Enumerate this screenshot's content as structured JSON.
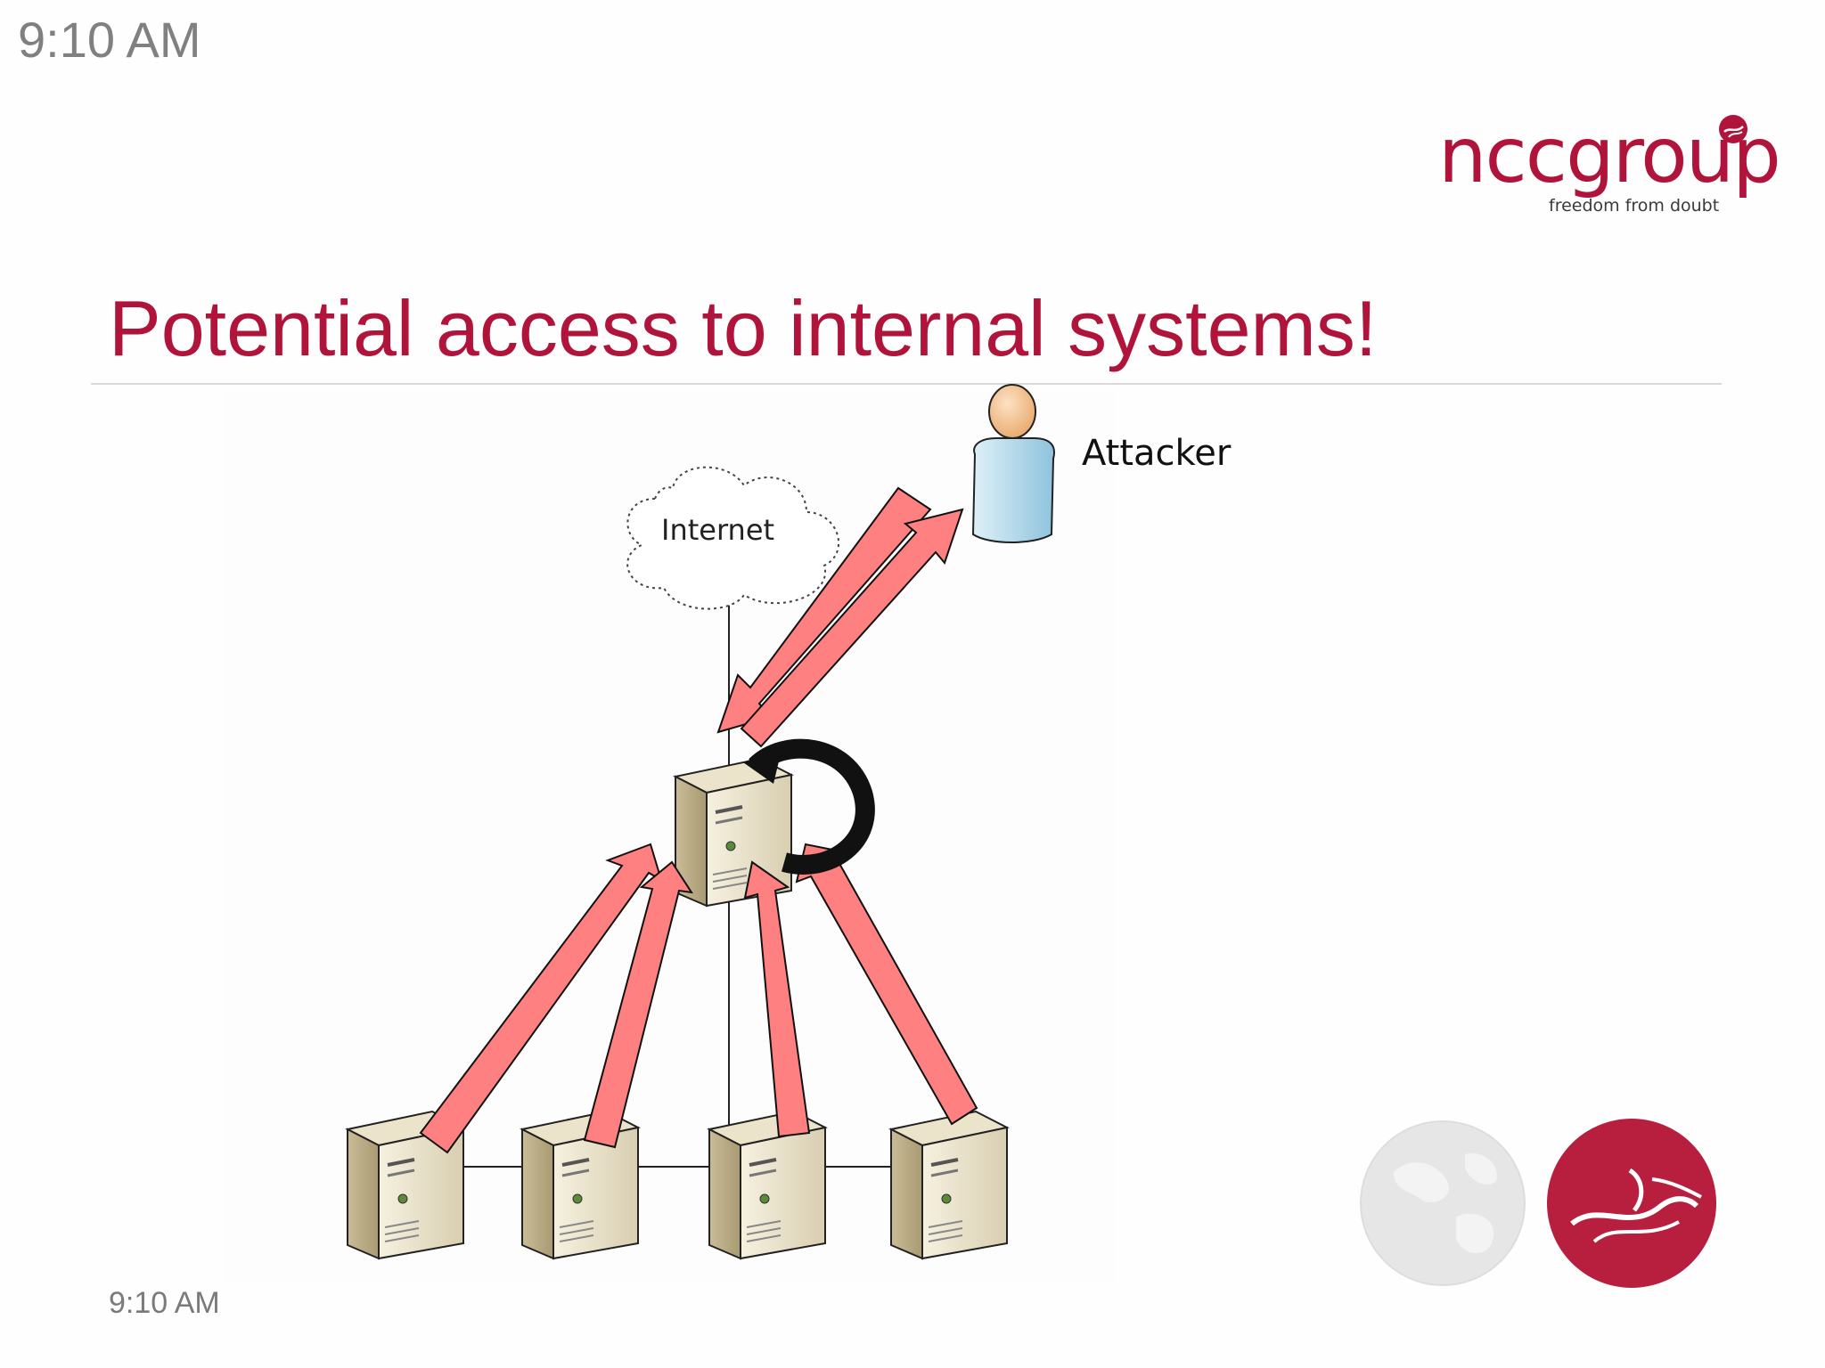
{
  "header": {
    "time_top": "9:10 AM"
  },
  "logo": {
    "wordmark": "nccgroup",
    "tagline": "freedom from doubt"
  },
  "slide": {
    "title": "Potential access to internal systems!"
  },
  "diagram": {
    "internet_label": "Internet",
    "attacker_label": "Attacker"
  },
  "footer": {
    "time_bottom": "9:10 AM"
  },
  "colors": {
    "brand": "#b0143a",
    "arrow_fill": "#ff8080",
    "server_face": "#f2ecd8"
  },
  "icons": [
    "server-icon",
    "attacker-person-icon",
    "internet-cloud-icon",
    "loop-arrow-icon",
    "globe-icon",
    "ncc-brand-mark-icon"
  ]
}
